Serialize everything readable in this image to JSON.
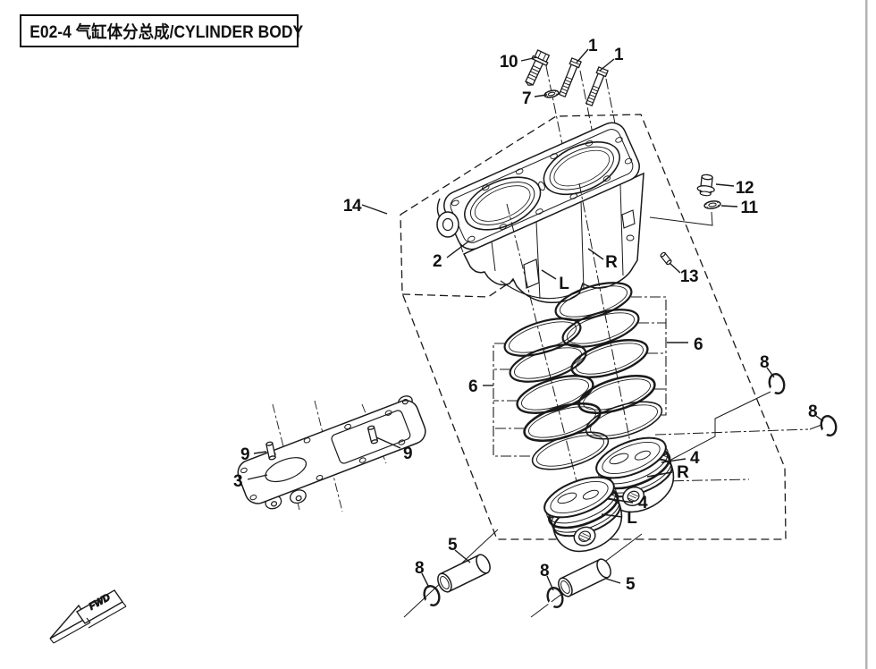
{
  "title": "E02-4 气缸体分总成/CYLINDER BODY",
  "colors": {
    "ink": "#1a1a1a",
    "page": "#ffffff",
    "window_edge": "#b3b3b3"
  },
  "diagram": {
    "labels": {
      "n10": "10",
      "n7": "7",
      "n1a": "1",
      "n1b": "1",
      "n14": "14",
      "n2": "2",
      "n12": "12",
      "n11": "11",
      "n13": "13",
      "rCyl": "R",
      "lCyl": "L",
      "n6r": "6",
      "n6l": "6",
      "n8tr": "8",
      "n8mr": "8",
      "n4r": "4",
      "rPis": "R",
      "n4l": "4",
      "lPis": "L",
      "n3": "3",
      "n9l": "9",
      "n9r": "9",
      "n5l": "5",
      "n8bl": "8",
      "n5r": "5",
      "n8br": "8"
    },
    "fwd_marker": "FWD"
  }
}
